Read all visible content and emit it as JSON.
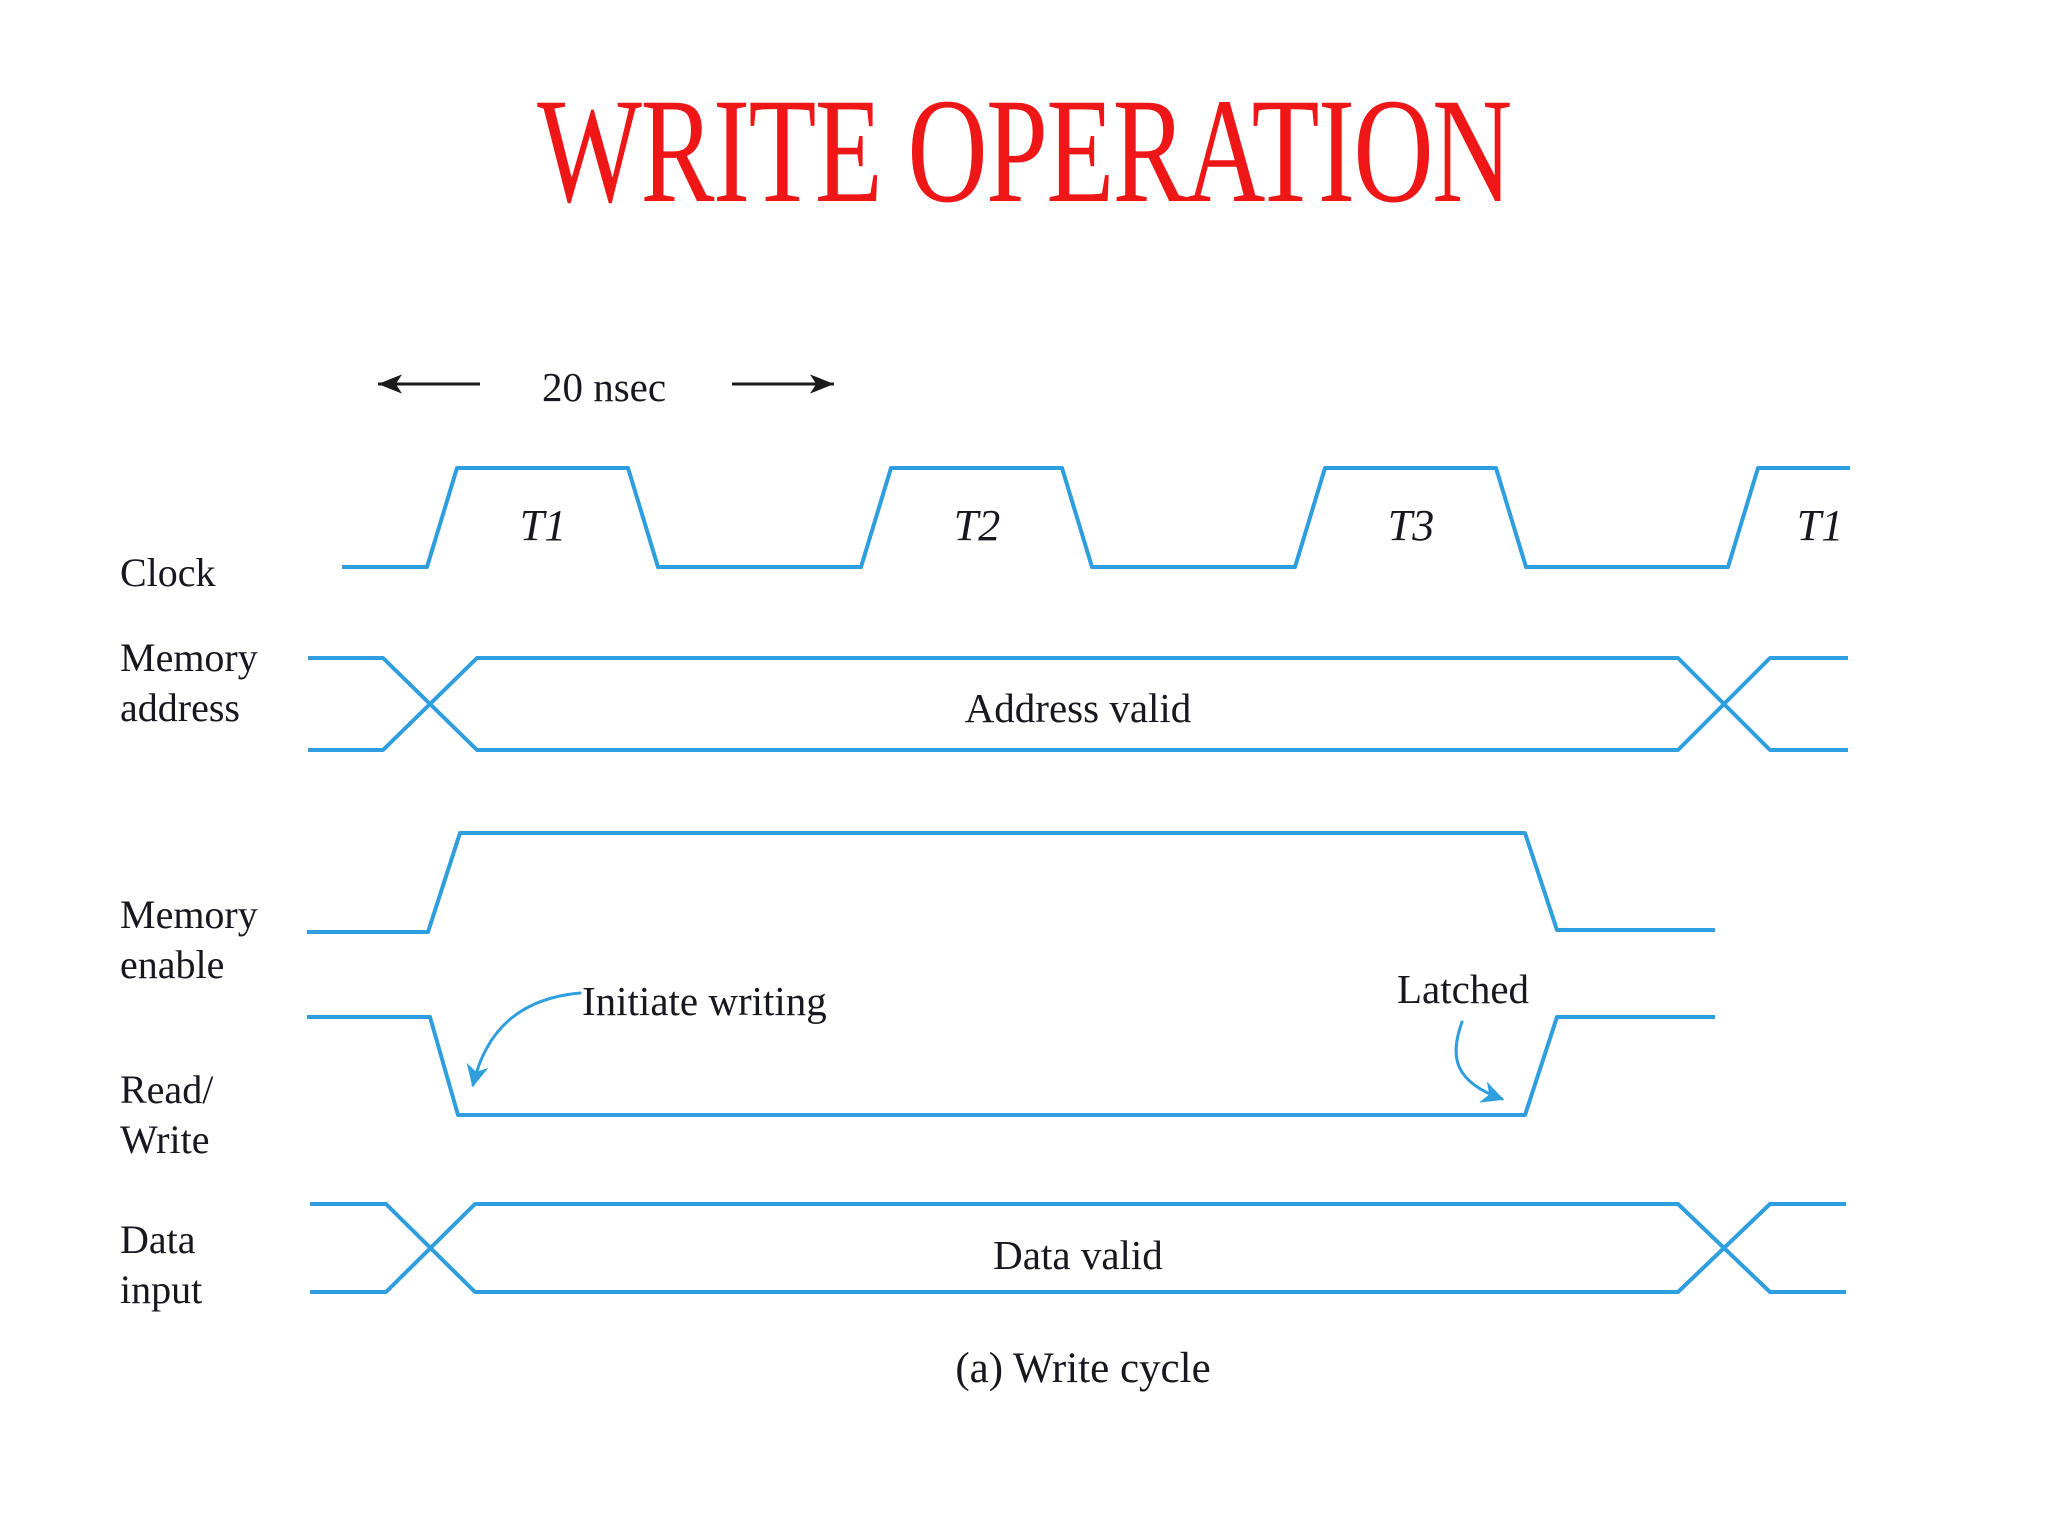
{
  "slide": {
    "title": "WRITE OPERATION",
    "caption": "(a) Write cycle"
  },
  "timing": {
    "period_label": "20 nsec"
  },
  "clock": {
    "label": "Clock",
    "cycle_labels": [
      "T1",
      "T2",
      "T3",
      "T1"
    ]
  },
  "signals": {
    "memory_address": {
      "label": "Memory\naddress",
      "valid_label": "Address valid"
    },
    "memory_enable": {
      "label": "Memory\nenable"
    },
    "read_write": {
      "label": "Read/\nWrite"
    },
    "data_input": {
      "label": "Data\ninput",
      "valid_label": "Data valid"
    }
  },
  "annotations": {
    "initiate_writing": "Initiate writing",
    "latched": "Latched"
  },
  "colors": {
    "waveform_blue": "#2E9EDE",
    "title_red": "#EE1616",
    "text_dark": "#17171F",
    "arrow_black": "#1B1B1B"
  }
}
